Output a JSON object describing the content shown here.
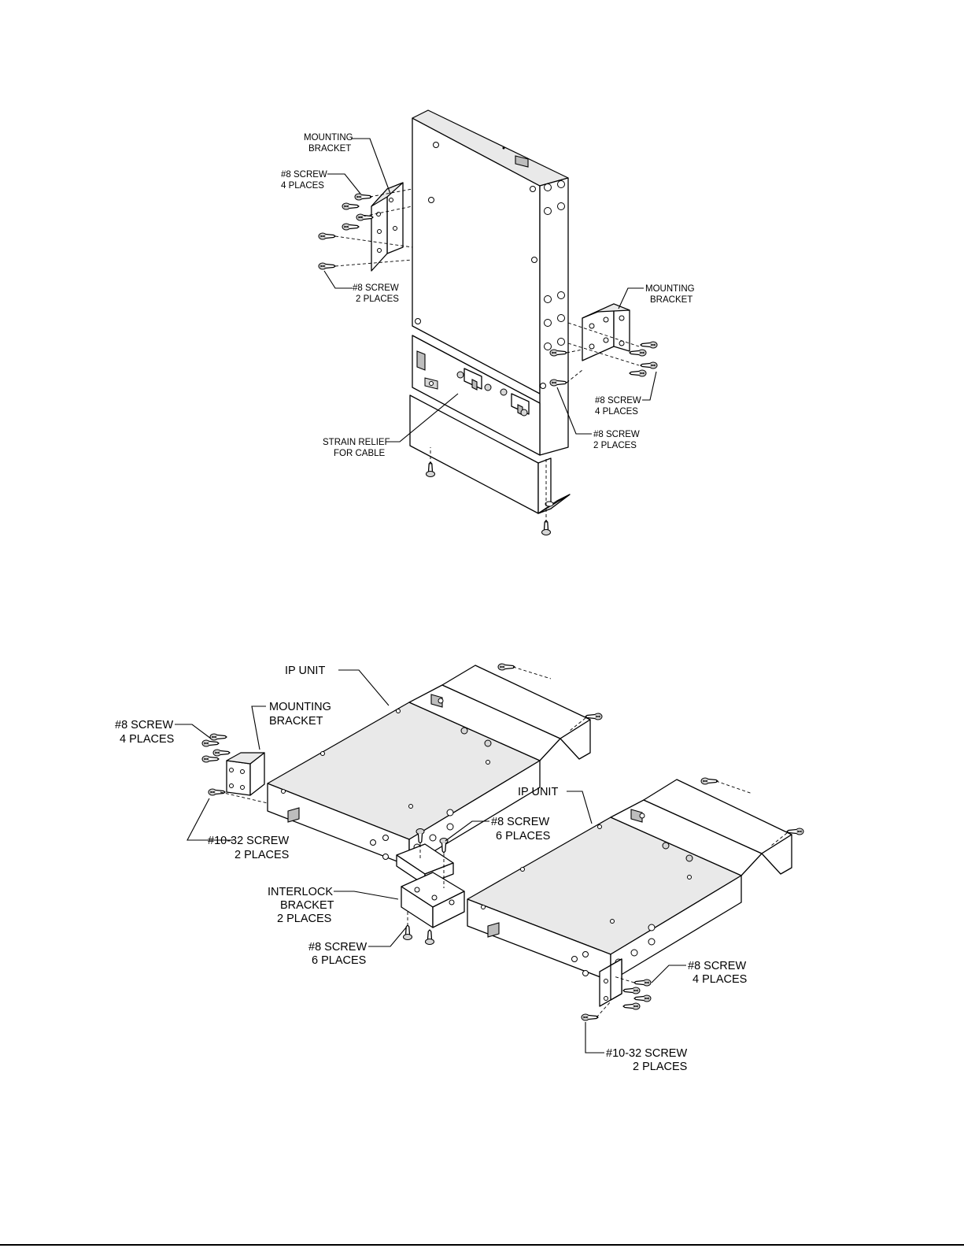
{
  "figure_top": {
    "mounting_bracket_left": [
      "MOUNTING",
      "BRACKET"
    ],
    "screw_left_upper": [
      "#8 SCREW",
      "4 PLACES"
    ],
    "screw_left_lower": [
      "#8 SCREW",
      "2 PLACES"
    ],
    "mounting_bracket_right": [
      "MOUNTING",
      "BRACKET"
    ],
    "screw_right_upper": [
      "#8 SCREW",
      "4 PLACES"
    ],
    "screw_right_lower": [
      "#8 SCREW",
      "2 PLACES"
    ],
    "strain_relief": [
      "STRAIN RELIEF",
      "FOR CABLE"
    ]
  },
  "figure_bottom": {
    "ip_unit_left": "IP UNIT",
    "mounting_bracket": [
      "MOUNTING",
      "BRACKET"
    ],
    "screw_upper_left": [
      "#8 SCREW",
      "4 PLACES"
    ],
    "screw_1032_left": [
      "#10-32 SCREW",
      "2 PLACES"
    ],
    "screw_center": [
      "#8 SCREW",
      "6 PLACES"
    ],
    "interlock_bracket": [
      "INTERLOCK",
      "BRACKET",
      "2 PLACES"
    ],
    "screw_lower_center": [
      "#8 SCREW",
      "6 PLACES"
    ],
    "ip_unit_right": "IP UNIT",
    "screw_right": [
      "#8 SCREW",
      "4 PLACES"
    ],
    "screw_1032_right": [
      "#10-32 SCREW",
      "2 PLACES"
    ]
  }
}
